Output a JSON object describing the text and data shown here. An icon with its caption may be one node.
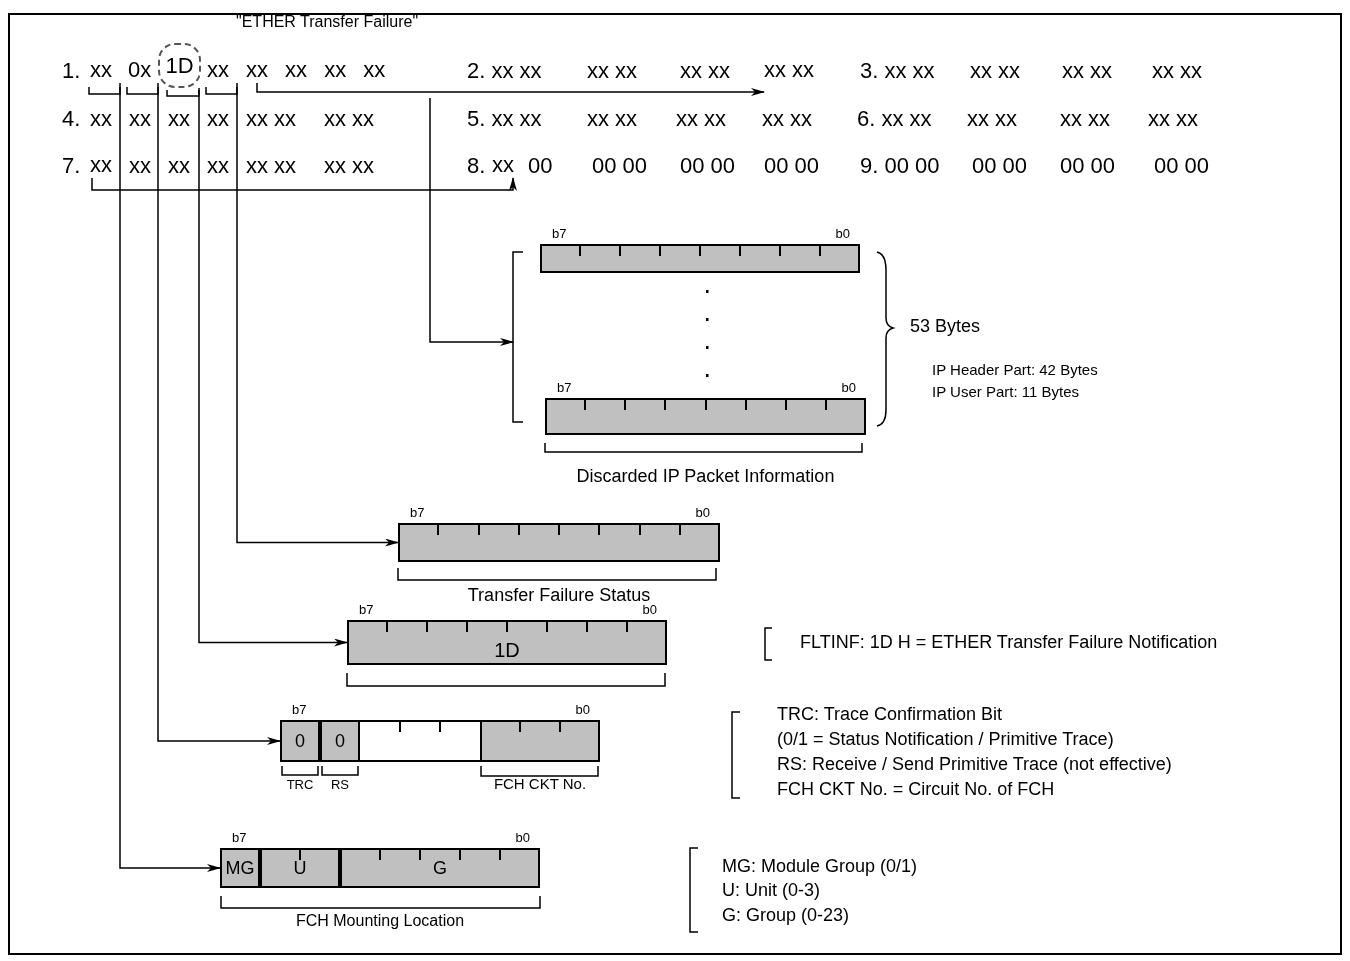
{
  "diagram": {
    "nodes": [
      {
        "text": [
          "xx"
        ]
      },
      {
        "text": [
          "0x"
        ]
      },
      {
        "text": [
          "1D"
        ],
        "beside": [
          "\"ETHER Transfer Failure\""
        ]
      },
      {
        "text": [
          "xx"
        ]
      },
      {
        "text": [
          "xx xx xx xx"
        ]
      },
      {
        "text": [
          "xx"
        ]
      },
      {
        "text": [
          "xx"
        ]
      },
      {
        "text": [
          "Discarded IP Packet Information"
        ],
        "beside": [
          "53 Bytes",
          "IP Header Part: 42 Bytes",
          "IP User Part: 11 Bytes"
        ]
      },
      {
        "text": [
          "b7",
          "b0"
        ],
        "in": 7
      },
      {
        "text": [
          "b7",
          "b0"
        ],
        "in": 7
      },
      {
        "text": [
          "b7",
          "b0"
        ],
        "beside": [
          "Transfer Failure Status"
        ]
      },
      {
        "text": [
          "b7",
          "1D",
          "b0"
        ]
      },
      {
        "text": [
          "b7",
          "b0"
        ]
      },
      {
        "text": [
          "0"
        ],
        "in": 12,
        "beside": [
          "TRC"
        ]
      },
      {
        "text": [
          "0"
        ],
        "in": 12,
        "beside": [
          "RS"
        ]
      },
      {
        "text": [],
        "shape": "box",
        "in": 12,
        "beside": [
          "FCH CKT No."
        ]
      },
      {
        "text": [
          "b7",
          "b0"
        ],
        "beside": [
          "FCH Mounting Location"
        ]
      },
      {
        "text": [
          "MG"
        ],
        "in": 16
      },
      {
        "text": [
          "U"
        ],
        "in": 16
      },
      {
        "text": [
          "G"
        ],
        "in": 16
      },
      {
        "text": [
          "xx xx"
        ]
      }
    ],
    "edges": [
      {
        "from": 0,
        "to": 16,
        "arrow": "to"
      },
      {
        "from": 1,
        "to": 12,
        "arrow": "to"
      },
      {
        "from": 2,
        "to": 11,
        "arrow": "to"
      },
      {
        "from": 3,
        "to": 10,
        "arrow": "to"
      },
      {
        "from": 4,
        "to": 20,
        "arrow": "to"
      },
      {
        "from": 5,
        "to": 6,
        "arrow": "to"
      },
      {
        "from": null,
        "to": 7,
        "arrow": "to"
      }
    ],
    "labels": [
      "1.",
      "2. xx xx",
      "xx xx",
      "xx xx",
      "3. xx xx",
      "xx xx",
      "xx xx",
      "xx xx",
      "4.",
      "xx",
      "xx",
      "xx",
      "xx",
      "xx xx",
      "xx xx",
      "5. xx xx",
      "xx xx",
      "xx xx",
      "xx xx",
      "6. xx xx",
      "xx xx",
      "xx xx",
      "xx xx",
      "7.",
      "xx",
      "xx",
      "xx",
      "xx xx",
      "xx xx",
      "8.",
      "00",
      "00 00",
      "00 00",
      "00 00",
      "9. 00 00",
      "00 00",
      "00 00",
      "00 00",
      "FLTINF: 1D H = ETHER Transfer Failure Notification",
      "TRC: Trace Confirmation Bit",
      "(0/1 = Status Notification / Primitive Trace)",
      "RS: Receive / Send Primitive Trace (not effective)",
      "FCH CKT No. = Circuit No. of FCH",
      "MG: Module Group (0/1)",
      "U: Unit (0-3)",
      "G: Group (0-23)"
    ]
  }
}
